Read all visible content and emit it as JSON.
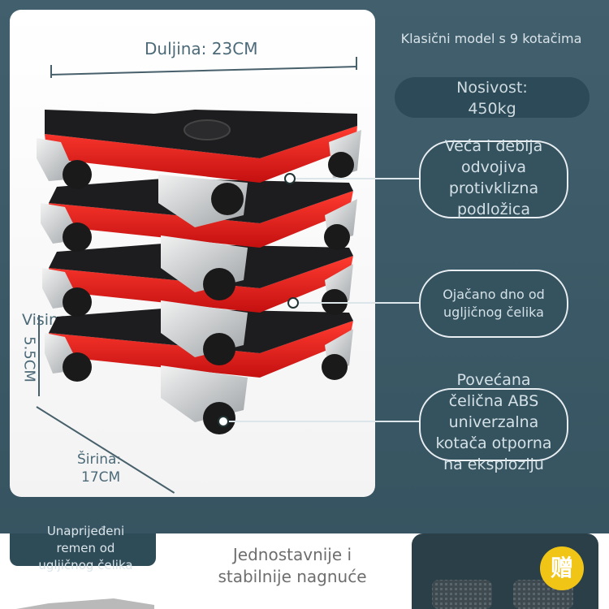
{
  "dimensions": {
    "length_label": "Duljina: 23CM",
    "height_label_top": "Visina",
    "height_label_value": "5.5CM",
    "width_label_line1": "Širina:",
    "width_label_line2": "17CM"
  },
  "model_text": "Klasični model s 9 kotačima",
  "capacity": {
    "line1": "Nosivost:",
    "line2": "450kg"
  },
  "features": [
    {
      "lines": [
        "Veća i deblja",
        "odvojiva",
        "protivklizna",
        "podložica"
      ]
    },
    {
      "lines": [
        "Ojačano dno od",
        "ugljičnog čelika"
      ]
    },
    {
      "lines": [
        "Povećana",
        "čelična ABS",
        "univerzalna",
        "kotača otporna",
        "na eksploziju"
      ]
    }
  ],
  "bottom": {
    "strap_lines": [
      "Unaprijeđeni",
      "remen od",
      "ugljičnog čelika"
    ],
    "simple_lines": [
      "Jednostavnije i",
      "stabilnije nagnuće"
    ],
    "gift_badge": "赠"
  },
  "colors": {
    "accent_red": "#e8201c",
    "body_black": "#1d1d1f",
    "steel": "#c9c9c9",
    "bg": "#3a5866"
  }
}
